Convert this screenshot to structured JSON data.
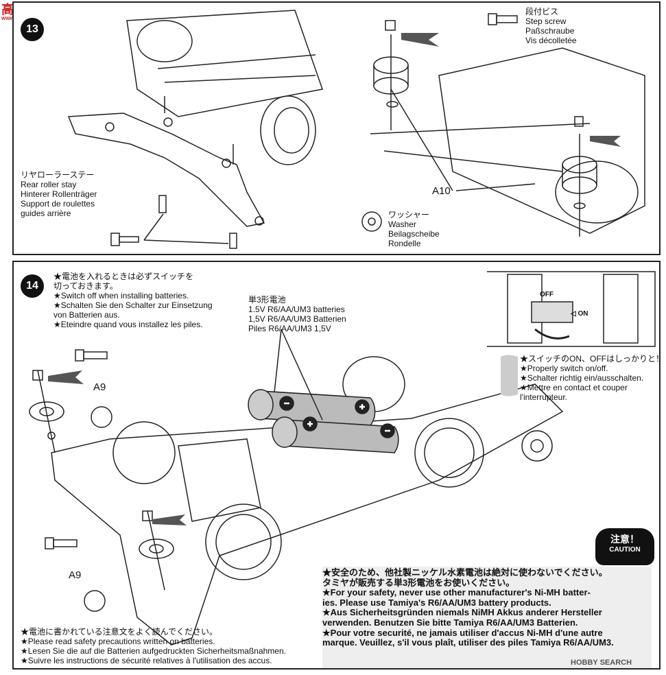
{
  "watermark_top": {
    "logo": "高手网",
    "url": "www.gaoshou.net"
  },
  "step13": {
    "number": "13",
    "rear_roller_stay": [
      "リヤローラーステー",
      "Rear roller stay",
      "Hinterer Rollenträger",
      "Support de roulettes",
      "guides arrière"
    ],
    "step_screw": [
      "段付ビス",
      "Step screw",
      "Paßschraube",
      "Vis décolletée"
    ],
    "washer": [
      "ワッシャー",
      "Washer",
      "Beilagscheibe",
      "Rondelle"
    ],
    "part_a10": "A10"
  },
  "step14": {
    "number": "14",
    "switch_off_note": [
      "★電池を入れるときは必ずスイッチを",
      "切っておきます。",
      "★Switch off when installing batteries.",
      "★Schalten Sie den Schalter zur Einsetzung",
      "von Batterien aus.",
      "★Eteindre quand vous installez les piles."
    ],
    "battery": [
      "単3形電池",
      "1.5V R6/AA/UM3 batteries",
      "1,5V R6/AA/UM3 Batterien",
      "Piles R6/AA/UM3 1,5V"
    ],
    "switch_labels": {
      "off": "OFF",
      "on": "◁ ON"
    },
    "switch_note": [
      "★スイッチのON、OFFはしっかりと！",
      "★Properly switch on/off.",
      "★Schalter richtig ein/ausschalten.",
      "★Mettre en contact et couper",
      "l'interrupteur."
    ],
    "part_a9_top": "A9",
    "part_a9_bottom": "A9",
    "safety_precautions": [
      "★電池に書かれている注意文をよく読んでください。",
      "★Please read safety precautions written on batteries.",
      "★Lesen Sie die auf die Batterien aufgedruckten Sicherheitsmaßnahmen.",
      "★Suivre les instructions de sécurité relatives à l'utilisation des accus."
    ],
    "caution_badge": {
      "jp": "注意！",
      "en": "CAUTION"
    },
    "caution_text": [
      "★安全のため、他社製ニッケル水素電池は絶対に使わないでください。",
      "タミヤが販売する単3形電池をお使いください。",
      "★For your safety, never use other manufacturer's Ni-MH batter-",
      "ies. Please use Tamiya's R6/AA/UM3 battery products.",
      "★Aus Sicherheitsgründen niemals NiMH Akkus anderer Hersteller",
      "verwenden. Benutzen Sie bitte Tamiya R6/AA/UM3 Batterien.",
      "★Pour votre securité, ne jamais utiliser d'accus Ni-MH d'une autre",
      "marque. Veuillez, s'il vous plaît, utiliser des piles Tamiya R6/AA/UM3."
    ]
  },
  "watermark_bottom": "HOBBY SEARCH"
}
